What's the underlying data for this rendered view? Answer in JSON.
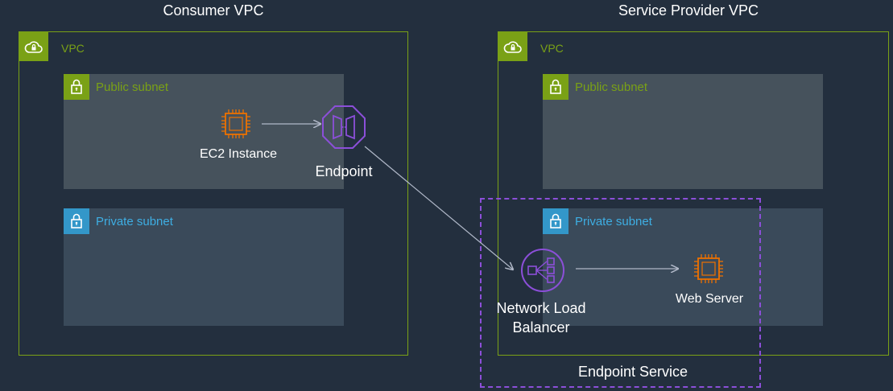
{
  "consumer": {
    "title": "Consumer VPC",
    "vpc_label": "VPC",
    "public_subnet": "Public subnet",
    "private_subnet": "Private subnet",
    "ec2_label": "EC2 Instance",
    "endpoint_label": "Endpoint"
  },
  "provider": {
    "title": "Service Provider VPC",
    "vpc_label": "VPC",
    "public_subnet": "Public subnet",
    "private_subnet": "Private subnet",
    "nlb_label_line1": "Network Load",
    "nlb_label_line2": "Balancer",
    "web_label": "Web Server"
  },
  "endpoint_service_label": "Endpoint Service",
  "colors": {
    "background": "#232f3e",
    "vpc": "#7aa116",
    "public_subnet": "#46525c",
    "private_subnet": "#3a4a5a",
    "private_accent": "#3eaee3",
    "ec2": "#ed7100",
    "purple": "#8c4fd9",
    "arrow": "#b0b8c8"
  },
  "icons": {
    "vpc": "cloud-lock-icon",
    "subnet": "padlock-icon",
    "ec2": "chip-icon",
    "endpoint": "octagon-endpoint-icon",
    "nlb": "load-balancer-icon"
  }
}
